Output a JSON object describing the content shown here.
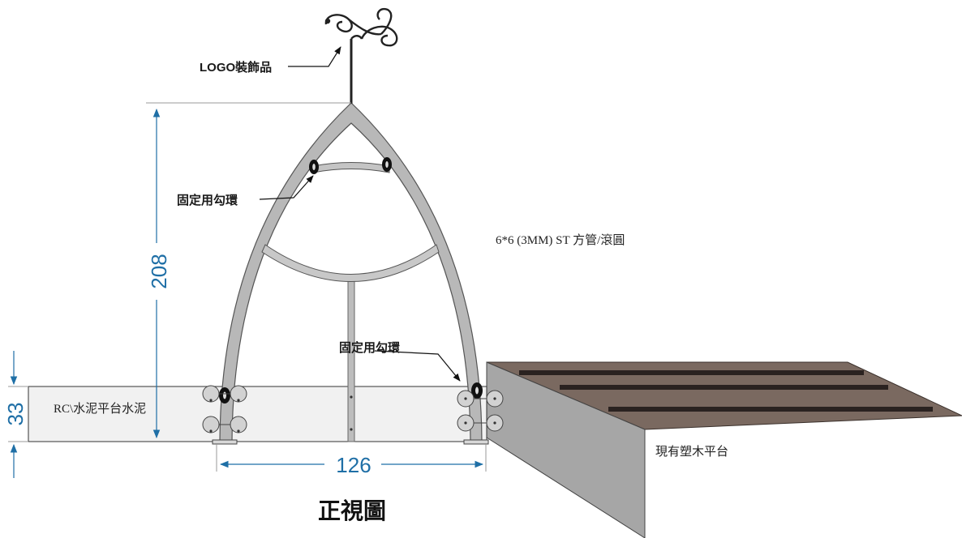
{
  "labels": {
    "logo": "LOGO裝飾品",
    "hook_top": "固定用勾環",
    "hook_bottom": "固定用勾環",
    "material": "6*6 (3MM) ST 方管/滾圓",
    "rc_platform": "RC\\水泥平台水泥",
    "wood_platform": "現有塑木平台",
    "title": "正視圖"
  },
  "dimensions": {
    "height": "208",
    "base": "33",
    "width": "126"
  },
  "colors": {
    "frame": "#b8b8b8",
    "frame_stroke": "#555555",
    "dimension": "#1f6fa6",
    "concrete": "#f1f1f1",
    "wood_top": "#7a6960",
    "wood_side": "#a6a6a6",
    "hook": "#111111"
  },
  "icons": [
    "logo-ornament-icon",
    "hook-ring-icon",
    "anchor-plate-icon",
    "dimension-arrow-icon"
  ]
}
